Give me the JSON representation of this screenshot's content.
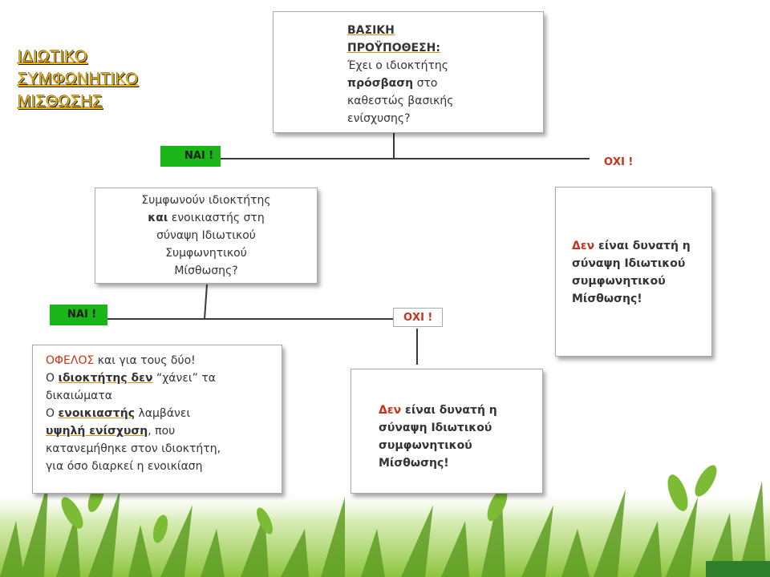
{
  "title": {
    "line1": "ΙΔΙΩΤΙΚΟ",
    "line2": "ΣΥΜΦΩΝΗΤΙΚΟ",
    "line3": "ΜΙΣΘΩΣΗΣ"
  },
  "top_box": {
    "heading1": "ΒΑΣΙΚΗ",
    "heading2": "ΠΡΟΫΠΟΘΕΣΗ:",
    "t1": "Έχει ο ιδιοκτήτης",
    "t2_bold": "πρόσβαση",
    "t2_rest": " στο",
    "t3": "καθεστώς βασικής",
    "t4": "ενίσχυσης?"
  },
  "labels": {
    "yes_top": "ΝΑΙ !",
    "no_top": "ΟΧΙ !",
    "yes_mid": "ΝΑΙ !",
    "no_mid": "ΟΧΙ !"
  },
  "mid_box": {
    "t1": "Συμφωνούν ιδιοκτήτης",
    "t2_bold": "και",
    "t2_rest": " ενοικιαστής στη",
    "t3": "σύναψη Ιδιωτικού",
    "t4": "Συμφωνητικού",
    "t5": "Μίσθωσης?"
  },
  "right_box": {
    "red": "Δεν",
    "t1_rest": " είναι δυνατή η",
    "t2": "σύναψη Ιδιωτικού",
    "t3": "συμφωνητικού",
    "t4": "Μίσθωσης!"
  },
  "benefit_box": {
    "l1_red": "ΟΦΕΛΟΣ",
    "l1_rest": " και για τους δύο!",
    "l2_a": "Ο ",
    "l2_b": "ιδιοκτήτης δεν",
    "l2_c": " “χάνει” τα",
    "l3": "δικαιώματα",
    "l4_a": "Ο ",
    "l4_b": "ενοικιαστής",
    "l4_c": " λαμβάνει",
    "l5_b": "υψηλή ενίσχυση",
    "l5_c": ", που",
    "l6": "κατανεμήθηκε στον ιδιοκτήτη,",
    "l7": "για όσο διαρκεί η ενοικίαση"
  },
  "no_box": {
    "red": "Δεν",
    "t1_rest": " είναι δυνατή η",
    "t2": "σύναψη Ιδιωτικού",
    "t3": "συμφωνητικού",
    "t4": "Μίσθωσης!"
  },
  "colors": {
    "title": "#f0b400",
    "yes_label_bg": "#19b519",
    "red_text": "#c8321a",
    "grass": "#6fae2c"
  }
}
